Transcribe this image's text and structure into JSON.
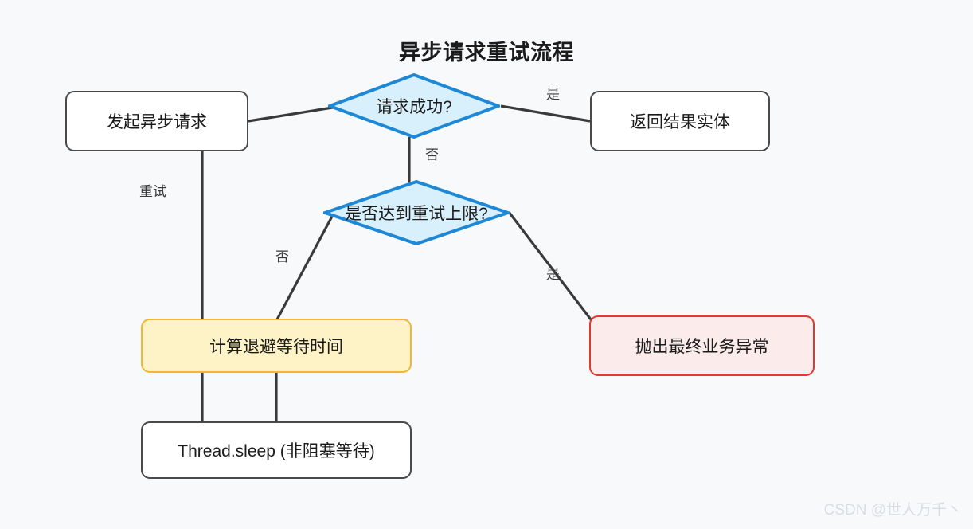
{
  "diagram": {
    "title": "异步请求重试流程",
    "background_color": "#f7f9fb",
    "colors": {
      "node_border": "#4a4a4a",
      "decision_border": "#1e88d6",
      "decision_fill": "#d8f0fb",
      "warning_border": "#f2b632",
      "warning_fill": "#fdf3c6",
      "error_border": "#e8352e",
      "error_fill": "#fcebeb",
      "edge": "#3a3a3a"
    },
    "nodes": [
      {
        "id": "start",
        "label": "发起异步请求",
        "shape": "rounded-rect",
        "style": "default"
      },
      {
        "id": "success",
        "label": "请求成功?",
        "shape": "diamond",
        "style": "decision"
      },
      {
        "id": "result",
        "label": "返回结果实体",
        "shape": "rounded-rect",
        "style": "default"
      },
      {
        "id": "limit",
        "label": "是否达到重试上限?",
        "shape": "diamond",
        "style": "decision"
      },
      {
        "id": "backoff",
        "label": "计算退避等待时间",
        "shape": "rounded-rect",
        "style": "warning"
      },
      {
        "id": "exception",
        "label": "抛出最终业务异常",
        "shape": "rounded-rect",
        "style": "error"
      },
      {
        "id": "sleep",
        "label": "Thread.sleep (非阻塞等待)",
        "shape": "rounded-rect",
        "style": "default"
      }
    ],
    "edges": [
      {
        "from": "start",
        "to": "success",
        "label": ""
      },
      {
        "from": "success",
        "to": "result",
        "label": "是"
      },
      {
        "from": "success",
        "to": "limit",
        "label": "否"
      },
      {
        "from": "limit",
        "to": "backoff",
        "label": "否"
      },
      {
        "from": "limit",
        "to": "exception",
        "label": "是"
      },
      {
        "from": "backoff",
        "to": "sleep",
        "label": ""
      },
      {
        "from": "sleep",
        "to": "start",
        "label": "重试"
      }
    ]
  },
  "watermark": {
    "text": "CSDN @世人万千丶"
  }
}
